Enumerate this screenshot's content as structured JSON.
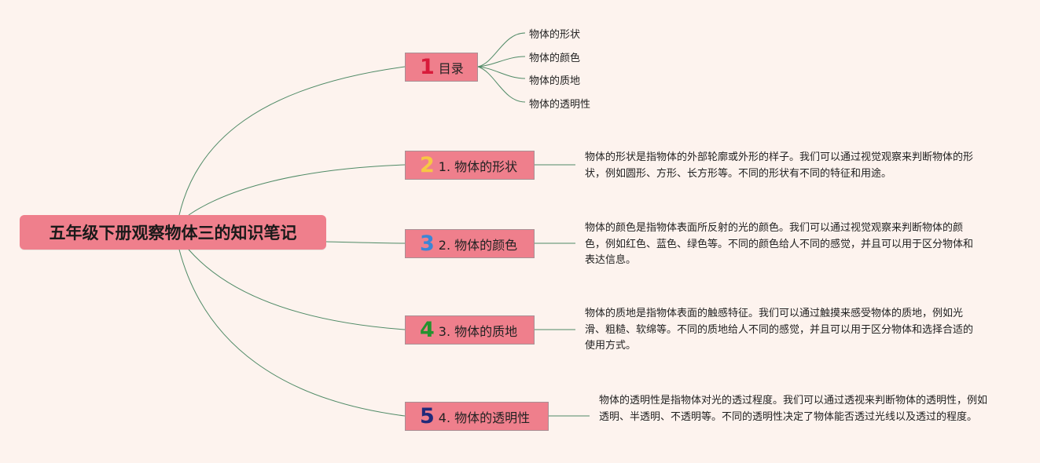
{
  "root": {
    "title": "五年级下册观察物体三的知识笔记"
  },
  "branches": [
    {
      "number": "1",
      "label": "目录"
    },
    {
      "number": "2",
      "label": "1. 物体的形状"
    },
    {
      "number": "3",
      "label": "2. 物体的颜色"
    },
    {
      "number": "4",
      "label": "3. 物体的质地"
    },
    {
      "number": "5",
      "label": "4. 物体的透明性"
    }
  ],
  "toc_items": [
    "物体的形状",
    "物体的颜色",
    "物体的质地",
    "物体的透明性"
  ],
  "descriptions": [
    "物体的形状是指物体的外部轮廓或外形的样子。我们可以通过视觉观察来判断物体的形状，例如圆形、方形、长方形等。不同的形状有不同的特征和用途。",
    "物体的颜色是指物体表面所反射的光的颜色。我们可以通过视觉观察来判断物体的颜色，例如红色、蓝色、绿色等。不同的颜色给人不同的感觉，并且可以用于区分物体和表达信息。",
    "物体的质地是指物体表面的触感特征。我们可以通过触摸来感受物体的质地，例如光滑、粗糙、软绵等。不同的质地给人不同的感觉，并且可以用于区分物体和选择合适的使用方式。",
    "物体的透明性是指物体对光的透过程度。我们可以通过透视来判断物体的透明性，例如透明、半透明、不透明等。不同的透明性决定了物体能否透过光线以及透过的程度。"
  ],
  "colors": {
    "background": "#fdf3ee",
    "node_fill": "#ef7f8c",
    "connector": "#4f8a66"
  }
}
